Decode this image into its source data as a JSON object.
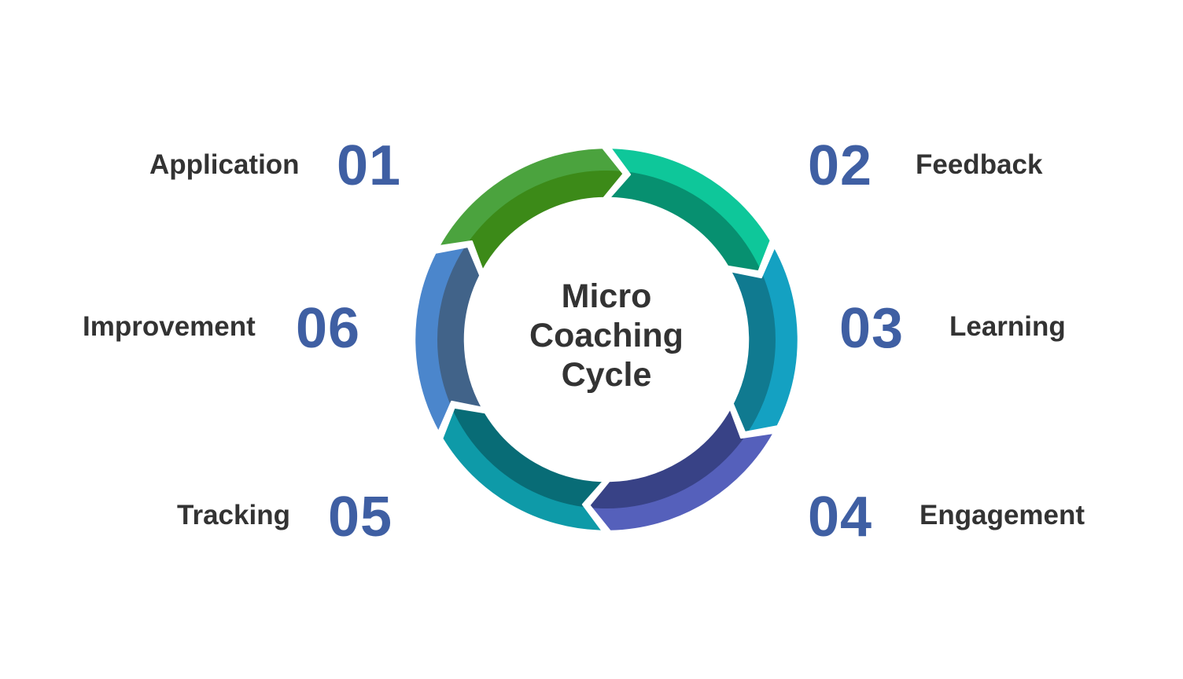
{
  "diagram": {
    "type": "cycle",
    "title_lines": [
      "Micro",
      "Coaching",
      "Cycle"
    ],
    "steps": [
      {
        "number": "01",
        "label": "Application",
        "outer_color": "#4ba33e",
        "inner_color": "#3c8a18"
      },
      {
        "number": "02",
        "label": "Feedback",
        "outer_color": "#0ec79a",
        "inner_color": "#079070"
      },
      {
        "number": "03",
        "label": "Learning",
        "outer_color": "#14a1c2",
        "inner_color": "#107a90"
      },
      {
        "number": "04",
        "label": "Engagement",
        "outer_color": "#5560bb",
        "inner_color": "#384286"
      },
      {
        "number": "05",
        "label": "Tracking",
        "outer_color": "#0e9aa8",
        "inner_color": "#086c76"
      },
      {
        "number": "06",
        "label": "Improvement",
        "outer_color": "#4b86cc",
        "inner_color": "#416389"
      }
    ],
    "number_color": "#3f5fa3",
    "label_color": "#333333"
  }
}
